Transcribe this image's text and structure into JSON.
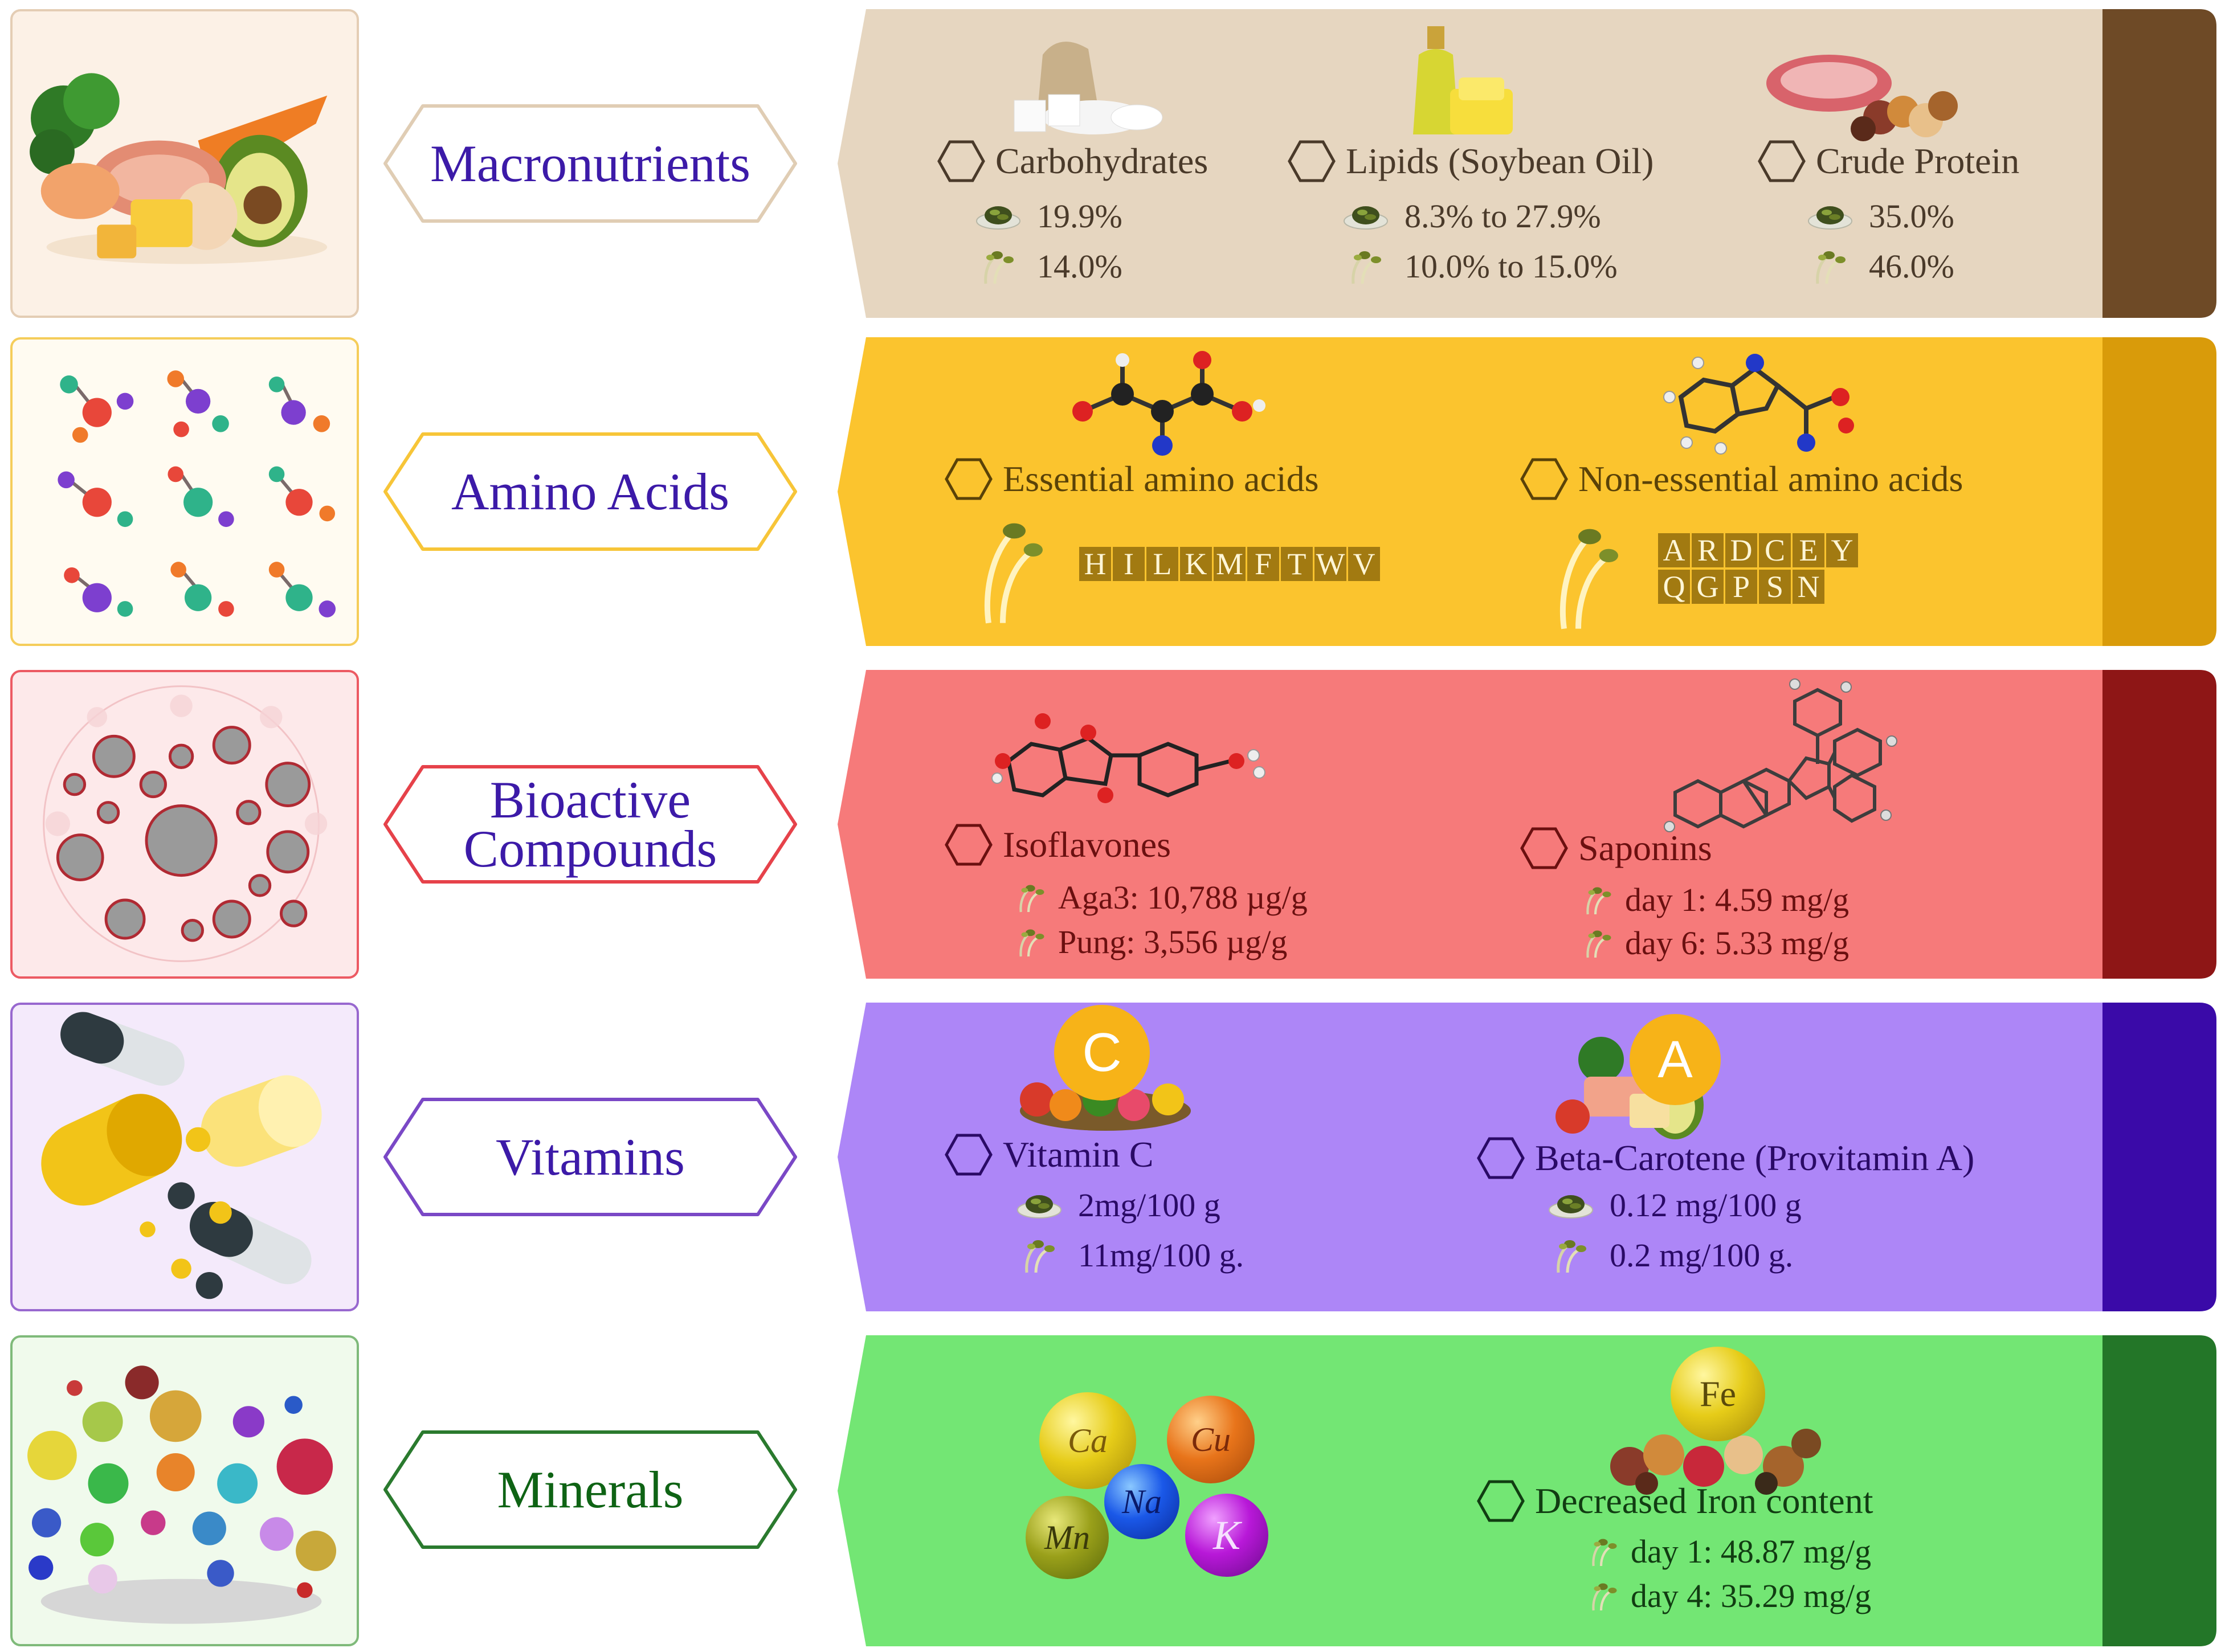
{
  "rows": [
    {
      "label": "Macronutrients",
      "colors": {
        "band": "#e6d6c0",
        "accent": "#6e4a26",
        "pill_border": "#e0cdb4",
        "thumb_bg": "#fcf1e6",
        "thumb_border": "#e4cdb4",
        "text": "#4a3a2a",
        "label": "#3c1aa8"
      },
      "items": [
        {
          "name": "Carbohydrates",
          "seed": "19.9%",
          "sprout": "14.0%"
        },
        {
          "name": "Lipids (Soybean Oil)",
          "seed": "8.3% to 27.9%",
          "sprout": "10.0% to 15.0%"
        },
        {
          "name": "Crude Protein",
          "seed": "35.0%",
          "sprout": "46.0%"
        }
      ]
    },
    {
      "label": "Amino Acids",
      "colors": {
        "band": "#fbc42e",
        "accent": "#d99b0a",
        "pill_border": "#f7c538",
        "thumb_bg": "#fffbf1",
        "thumb_border": "#f5cd5a",
        "text": "#5a4208",
        "label": "#3c1aa8"
      },
      "items": [
        {
          "name": "Essential amino acids",
          "letters": [
            "H",
            "I",
            "L",
            "K",
            "M",
            "F",
            "T",
            "W",
            "V"
          ]
        },
        {
          "name": "Non-essential amino acids",
          "letters": [
            "A",
            "R",
            "D",
            "C",
            "E",
            "Y",
            "Q",
            "G",
            "P",
            "S",
            "N"
          ]
        }
      ]
    },
    {
      "label": "Bioactive Compounds",
      "colors": {
        "band": "#f67a7a",
        "accent": "#8e1616",
        "pill_border": "#e6424a",
        "thumb_bg": "#fde9ea",
        "thumb_border": "#ec5a63",
        "text": "#6b1010",
        "label": "#3c1aa8"
      },
      "items": [
        {
          "name": "Isoflavones",
          "line1": "Aga3: 10,788 µg/g",
          "line2": "Pung: 3,556 µg/g"
        },
        {
          "name": "Saponins",
          "line1": "day 1: 4.59 mg/g",
          "line2": "day 6: 5.33 mg/g"
        }
      ]
    },
    {
      "label": "Vitamins",
      "colors": {
        "band": "#ad86f7",
        "accent": "#3a0aa8",
        "pill_border": "#7a48c6",
        "thumb_bg": "#f4eafb",
        "thumb_border": "#9868cf",
        "text": "#2a0a66",
        "label": "#3c1aa8"
      },
      "items": [
        {
          "name": "Vitamin C",
          "badge": "C",
          "seed": "2mg/100 g",
          "sprout": "11mg/100 g."
        },
        {
          "name": "Beta-Carotene (Provitamin A)",
          "badge": "A",
          "seed": "0.12 mg/100 g",
          "sprout": "0.2 mg/100 g."
        }
      ]
    },
    {
      "label": "Minerals",
      "colors": {
        "band": "#73e674",
        "accent": "#237628",
        "pill_border": "#2a7a2e",
        "thumb_bg": "#f0faec",
        "thumb_border": "#7fba7a",
        "text": "#113d12",
        "label": "#0e6314"
      },
      "spheres": [
        "Ca",
        "Cu",
        "Na",
        "Mn",
        "K"
      ],
      "items": [
        {
          "name": "Decreased Iron content",
          "badge": "Fe",
          "line1": "day 1: 48.87 mg/g",
          "line2": "day 4: 35.29 mg/g"
        }
      ]
    }
  ]
}
